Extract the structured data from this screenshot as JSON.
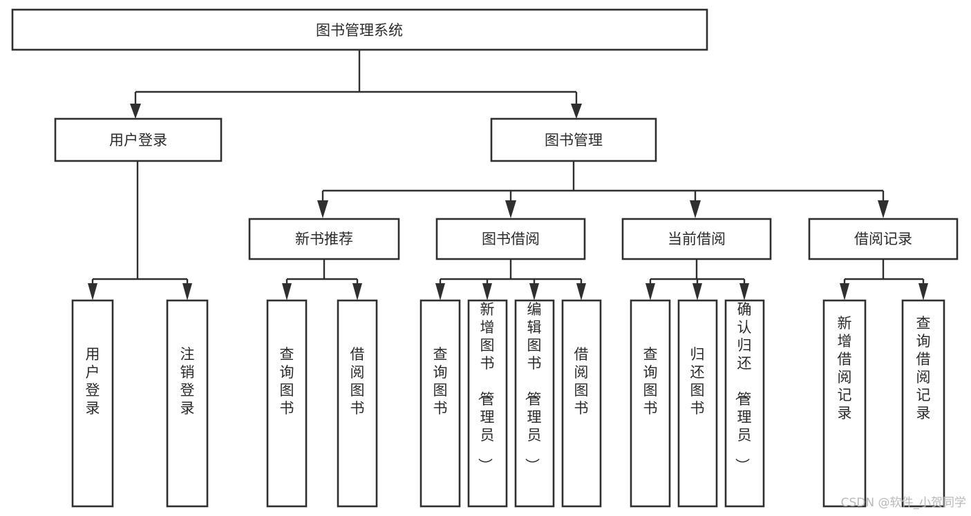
{
  "diagram": {
    "title": "图书管理系统",
    "type": "tree",
    "orientation": "top-down",
    "colors": {
      "background": "#ffffff",
      "box_fill": "#ffffff",
      "box_stroke": "#2f2f2f",
      "connector": "#2f2f2f",
      "text": "#2b2b2b",
      "watermark": "#b9b9b9"
    },
    "nodes": {
      "root": {
        "label": "图书管理系统",
        "level": 0,
        "orientation": "horizontal"
      },
      "user_login": {
        "label": "用户登录",
        "level": 1,
        "orientation": "horizontal"
      },
      "book_manage": {
        "label": "图书管理",
        "level": 1,
        "orientation": "horizontal"
      },
      "new_book_rec": {
        "label": "新书推荐",
        "level": 2,
        "orientation": "horizontal"
      },
      "book_borrow": {
        "label": "图书借阅",
        "level": 2,
        "orientation": "horizontal"
      },
      "current_borrow": {
        "label": "当前借阅",
        "level": 2,
        "orientation": "horizontal"
      },
      "borrow_record": {
        "label": "借阅记录",
        "level": 2,
        "orientation": "horizontal"
      },
      "leaf_user_login": {
        "label": "用户登录",
        "level": 3,
        "orientation": "vertical"
      },
      "leaf_logout": {
        "label": "注销登录",
        "level": 3,
        "orientation": "vertical"
      },
      "leaf_query_book_1": {
        "label": "查询图书",
        "level": 3,
        "orientation": "vertical"
      },
      "leaf_borrow_book_1": {
        "label": "借阅图书",
        "level": 3,
        "orientation": "vertical"
      },
      "leaf_query_book_2": {
        "label": "查询图书",
        "level": 3,
        "orientation": "vertical"
      },
      "leaf_add_book": {
        "label": "新增图书（管理员）",
        "level": 3,
        "orientation": "vertical"
      },
      "leaf_edit_book": {
        "label": "编辑图书（管理员）",
        "level": 3,
        "orientation": "vertical"
      },
      "leaf_borrow_book_2": {
        "label": "借阅图书",
        "level": 3,
        "orientation": "vertical"
      },
      "leaf_query_book_3": {
        "label": "查询图书",
        "level": 3,
        "orientation": "vertical"
      },
      "leaf_return_book": {
        "label": "归还图书",
        "level": 3,
        "orientation": "vertical"
      },
      "leaf_confirm_return": {
        "label": "确认归还（管理员）",
        "level": 3,
        "orientation": "vertical"
      },
      "leaf_add_record": {
        "label": "新增借阅记录",
        "level": 3,
        "orientation": "vertical"
      },
      "leaf_query_record": {
        "label": "查询借阅记录",
        "level": 3,
        "orientation": "vertical"
      }
    },
    "edges": [
      {
        "from": "root",
        "to": "user_login"
      },
      {
        "from": "root",
        "to": "book_manage"
      },
      {
        "from": "book_manage",
        "to": "new_book_rec"
      },
      {
        "from": "book_manage",
        "to": "book_borrow"
      },
      {
        "from": "book_manage",
        "to": "current_borrow"
      },
      {
        "from": "book_manage",
        "to": "borrow_record"
      },
      {
        "from": "user_login",
        "to": "leaf_user_login"
      },
      {
        "from": "user_login",
        "to": "leaf_logout"
      },
      {
        "from": "new_book_rec",
        "to": "leaf_query_book_1"
      },
      {
        "from": "new_book_rec",
        "to": "leaf_borrow_book_1"
      },
      {
        "from": "book_borrow",
        "to": "leaf_query_book_2"
      },
      {
        "from": "book_borrow",
        "to": "leaf_add_book"
      },
      {
        "from": "book_borrow",
        "to": "leaf_edit_book"
      },
      {
        "from": "book_borrow",
        "to": "leaf_borrow_book_2"
      },
      {
        "from": "current_borrow",
        "to": "leaf_query_book_3"
      },
      {
        "from": "current_borrow",
        "to": "leaf_return_book"
      },
      {
        "from": "current_borrow",
        "to": "leaf_confirm_return"
      },
      {
        "from": "borrow_record",
        "to": "leaf_add_record"
      },
      {
        "from": "borrow_record",
        "to": "leaf_query_record"
      }
    ]
  },
  "watermark": {
    "text": "CSDN @软件_小贺同学"
  }
}
